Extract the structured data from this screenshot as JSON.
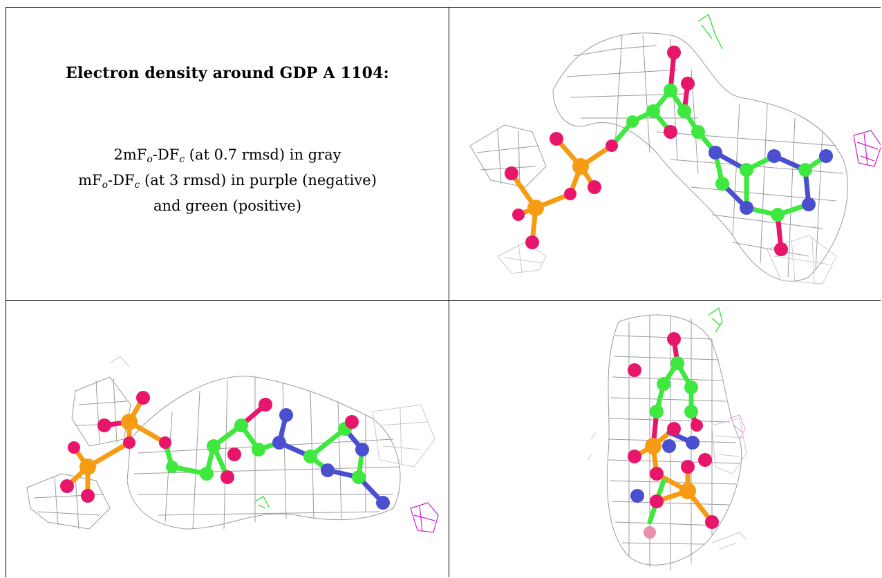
{
  "title": "Electron density around GDP A 1104:",
  "legend": {
    "line1": {
      "pre": "2mF",
      "sub1": "o",
      "mid": "-DF",
      "sub2": "c",
      "post": " (at 0.7 rmsd) in gray"
    },
    "line2": {
      "pre": "mF",
      "sub1": "o",
      "mid": "-DF",
      "sub2": "c",
      "post": " (at 3 rmsd) in purple (negative)"
    },
    "line3": "and green (positive)"
  },
  "colors": {
    "carbon": "#3ee83e",
    "oxygen": "#e8166b",
    "phosphorus": "#f59c14",
    "nitrogen": "#4a4fd0",
    "density_2fofc": "#9a9a9a",
    "diff_negative": "#d21ed2",
    "diff_positive": "#22dd22"
  }
}
